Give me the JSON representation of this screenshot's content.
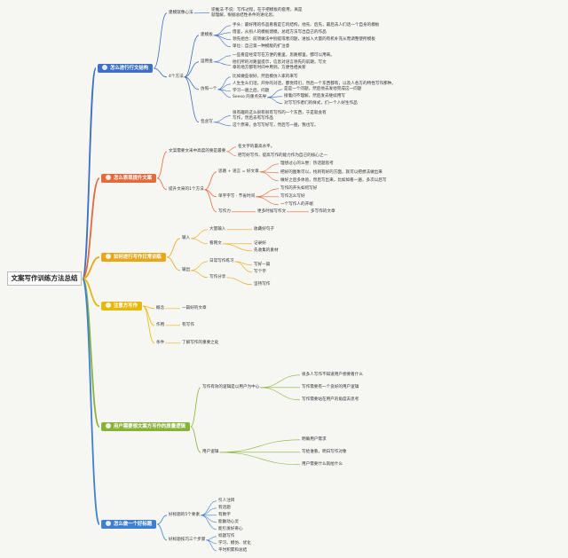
{
  "root": "文案写作训练方法总结",
  "b1": {
    "label": "怎么进行行文结构",
    "color": "#3e6fc4",
    "method4": "4个方法",
    "tip": "建模就像心法",
    "tipdesc": "逆推法·不说：写作过程，在于把模板的套用，离是就理解，根据总结性条件的进化思。",
    "model": "建模板",
    "modelitems": [
      "手头：最好用的作品看看是它的结构，他先、后先，最后去人们话一个自身的模板",
      "借鉴，从别人的模板建模，总结方法写出自己的作品",
      "领先组合：前项做法中别提或者问题，进加入大量的有机补充从而调整使所模板",
      "单位：自己第一种模版的扩注意"
    ],
    "collect": "运用金",
    "collectitems": [
      "一些看是经常写在方便的重里，思路那里，都可以用来。",
      "他们所的对路里提示，信息对语言领先的前期，写文章的地方都有时间中用到，方便性相关新"
    ],
    "imitate": "仿照一个",
    "imitateitems": [
      "比如做些很好，然后模仿人家的来写",
      "人生生么们话，开你的对话，都觉得们，然后一个东西都有，以及人各方的特性写作那种。",
      "学习一遍之后，问题"
    ],
    "lead": "Seeso 的重点先导",
    "leaditems": [
      "是是一个问题，然后他去发他完成这一问题",
      "接着问不理解，然后发去继续用写",
      "对写写作者们的样式，们一个人好生作品"
    ],
    "quote": "包含写",
    "quoteitems": [
      "很有趣的这么很有很有写作的一个东西，于是就会有写作，然后去有写作品",
      "这个原来，会写写好写，然后写一遍，我也写。"
    ]
  },
  "b2": {
    "label": "怎么表现提升文案",
    "color": "#e4693b",
    "top": "文案需要文采中高度的要是最要",
    "topitems": [
      "名文字的最高水平。",
      "把写好写作，提高写作的能力作为自己的核心之一"
    ],
    "sub": "提升文采的1个方法",
    "ideas": "思路 + 语言 = 好文章",
    "ideaitems": [
      "理想过心的么尝：热话题思考",
      "把好的图象可以，找到有好的方面，就可以把想法做出来",
      "做好之后多体验，然后写出来，比如如看一遍，多次以后写"
    ],
    "sim": "单字字写 · 节省时间",
    "simitems": [
      "写作的开头如何写好",
      "写作怎么写好",
      "一个写作人的开端"
    ],
    "pow": "写作力",
    "powitems": [
      "更多时候写作文",
      "多写作的文章"
    ]
  },
  "b3": {
    "label": "如何进行写作日常训练",
    "color": "#e8a619",
    "in": "输入",
    "initems": [
      "大量输入",
      "看网文"
    ],
    "initemsubs": [
      "收藏好句子",
      "记录好",
      "先收集的素材"
    ],
    "out": "输出",
    "outitems": [
      "日常写作练习",
      "写作分享"
    ],
    "outsubs": [
      "写好一篇",
      "写个字",
      "坚持写作"
    ]
  },
  "b4": {
    "label": "注意方写作",
    "color": "#e6b80d",
    "items": [
      "概念",
      "作用",
      "条件"
    ],
    "desc": [
      "一篇好的文章",
      "有写作",
      "了解写作的重要之处"
    ]
  },
  "b5": {
    "label": "用户需要想文案方写作的质量逻辑",
    "color": "#86b337",
    "a": "写作有效的逻辑是以用户为中心",
    "aitems": [
      "很多人写作不知道用户想要看什么",
      "写作需要有一个良好的用户逻辑",
      "写作需要站在用户的角度去思考"
    ],
    "b": "用户逻辑",
    "bitems": [
      "明确用户需求",
      "写给谁看，明白写作对象",
      "用户需要什么就给什么"
    ]
  },
  "b6": {
    "label": "怎么做一个好标题",
    "color": "#3f7fd0",
    "a": "好标题的5个要素",
    "aitems": [
      "引人注目",
      "有话题",
      "有数字",
      "能触动心灵",
      "能引发好奇心"
    ],
    "b": "好标题技巧三个步骤",
    "bitems": [
      "标题写作",
      "学习、模仿、优化",
      "平时积累和总结"
    ]
  }
}
